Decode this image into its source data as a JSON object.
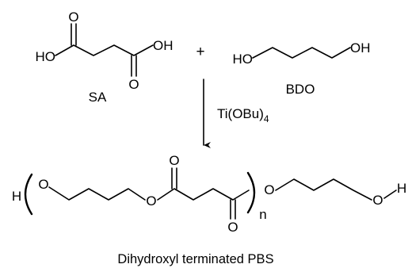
{
  "reactants": {
    "sa": {
      "label": "SA",
      "atoms": {
        "o_top": "O",
        "oh_left": "HO",
        "oh_right": "OH",
        "o_bottom": "O"
      }
    },
    "plus": "+",
    "bdo": {
      "label": "BDO",
      "atoms": {
        "ho_left": "HO",
        "oh_right": "OH"
      }
    }
  },
  "reaction": {
    "catalyst_main": "Ti(OBu)",
    "catalyst_subscript": "4"
  },
  "product": {
    "atoms": {
      "h_start": "H",
      "o1": "O",
      "o_ester1": "O",
      "o_carbonyl_top": "O",
      "o_carbonyl_bottom": "O",
      "o_ester2": "O",
      "o_end": "O",
      "h_end": "H"
    },
    "repeat_index": "n",
    "caption": "Dihydroxyl terminated PBS"
  },
  "colors": {
    "ink": "#000000",
    "background": "#ffffff"
  }
}
